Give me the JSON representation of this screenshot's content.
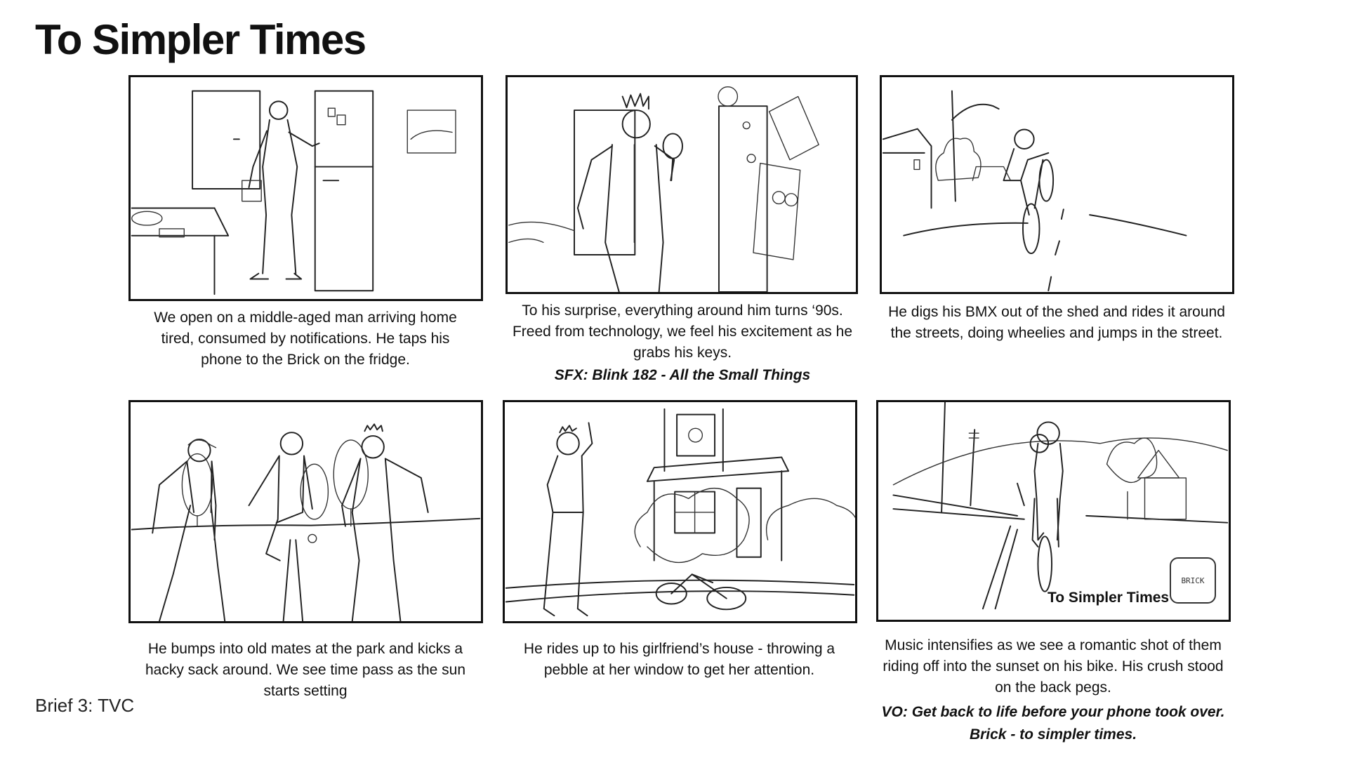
{
  "title": "To Simpler Times",
  "footer": "Brief 3: TVC",
  "panels": [
    {
      "caption": "We open on a middle-aged man arriving home tired, consumed by notifications. He taps his phone to the Brick on the fridge.",
      "icon": "man-at-fridge-sketch"
    },
    {
      "caption": "To his surprise, everything around him turns ‘90s. Freed from technology, we feel his excitement as he grabs his keys.",
      "sfx": "SFX: Blink 182 - All the Small Things",
      "icon": "punk-with-mirror-sketch"
    },
    {
      "caption": "He digs his BMX out of the shed and rides it around the streets, doing wheelies and jumps in the street.",
      "icon": "bmx-wheelie-sketch"
    },
    {
      "caption": "He bumps into old mates at the park and kicks a hacky sack around. We see time pass as the sun starts setting",
      "icon": "friends-hacky-sack-sketch"
    },
    {
      "caption": "He rides up to his girlfriend’s house - throwing a pebble at her window to get her attention.",
      "icon": "girlfriend-house-sketch"
    },
    {
      "caption": "Music intensifies as we see a romantic shot of them riding off into the sunset on his bike. His crush stood on the back pegs.",
      "vo": "VO:  Get back to life before your phone took over. Brick - to simpler times.",
      "endcard_text": "To Simpler Times",
      "logo_text": "BRICK",
      "icon": "couple-riding-sketch"
    }
  ]
}
